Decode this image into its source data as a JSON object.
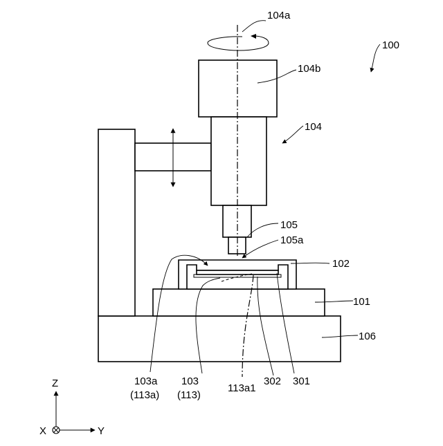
{
  "labels": {
    "device": "100",
    "spindle_axis": "104a",
    "spindle_head": "104b",
    "spindle_unit": "104",
    "tool": "105",
    "tool_tip": "105a",
    "holder": "102",
    "table": "101",
    "base": "106",
    "workpiece_surface": "103a",
    "workpiece_surface_alt": "(113a)",
    "workpiece": "103",
    "workpiece_alt": "(113)",
    "workpiece_point": "113a1",
    "part_302": "302",
    "part_301": "301"
  },
  "axes": {
    "z": "Z",
    "x": "X",
    "y": "Y"
  }
}
